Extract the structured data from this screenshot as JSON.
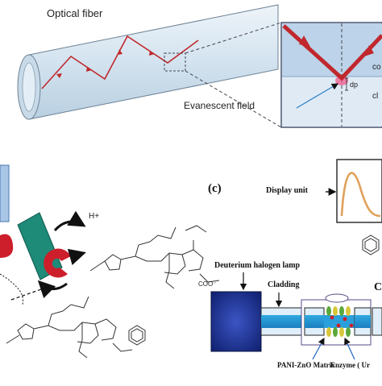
{
  "panel_a": {
    "fiber_label": "Optical fiber",
    "evanescent_label": "Evanescent field",
    "core_label_partial": "co",
    "cladding_label_partial": "cl",
    "dp_label": "dp"
  },
  "panel_c": {
    "panel_letter": "(c)",
    "display_unit_label": "Display unit",
    "lamp_label": "Deuterium halogen lamp",
    "cladding_label": "Cladding",
    "matrix_label": "PANI-ZnO Matrix",
    "enzyme_label": "Enzyme ( Ur",
    "edge_label_partial": "C"
  },
  "panel_b": {
    "proton_label": "H+",
    "carboxylate_label": "COO⁻"
  },
  "colors": {
    "fiber_fill": "#dbe8f2",
    "ray": "#c0282d",
    "core_blue": "#bcd3ea",
    "cladding_blue": "#dfeaf5",
    "lamp": "#1a2f8a",
    "teal": "#1e8a78",
    "enzyme_red": "#cc1f2b",
    "spectrum_curve": "#e0a15a"
  }
}
